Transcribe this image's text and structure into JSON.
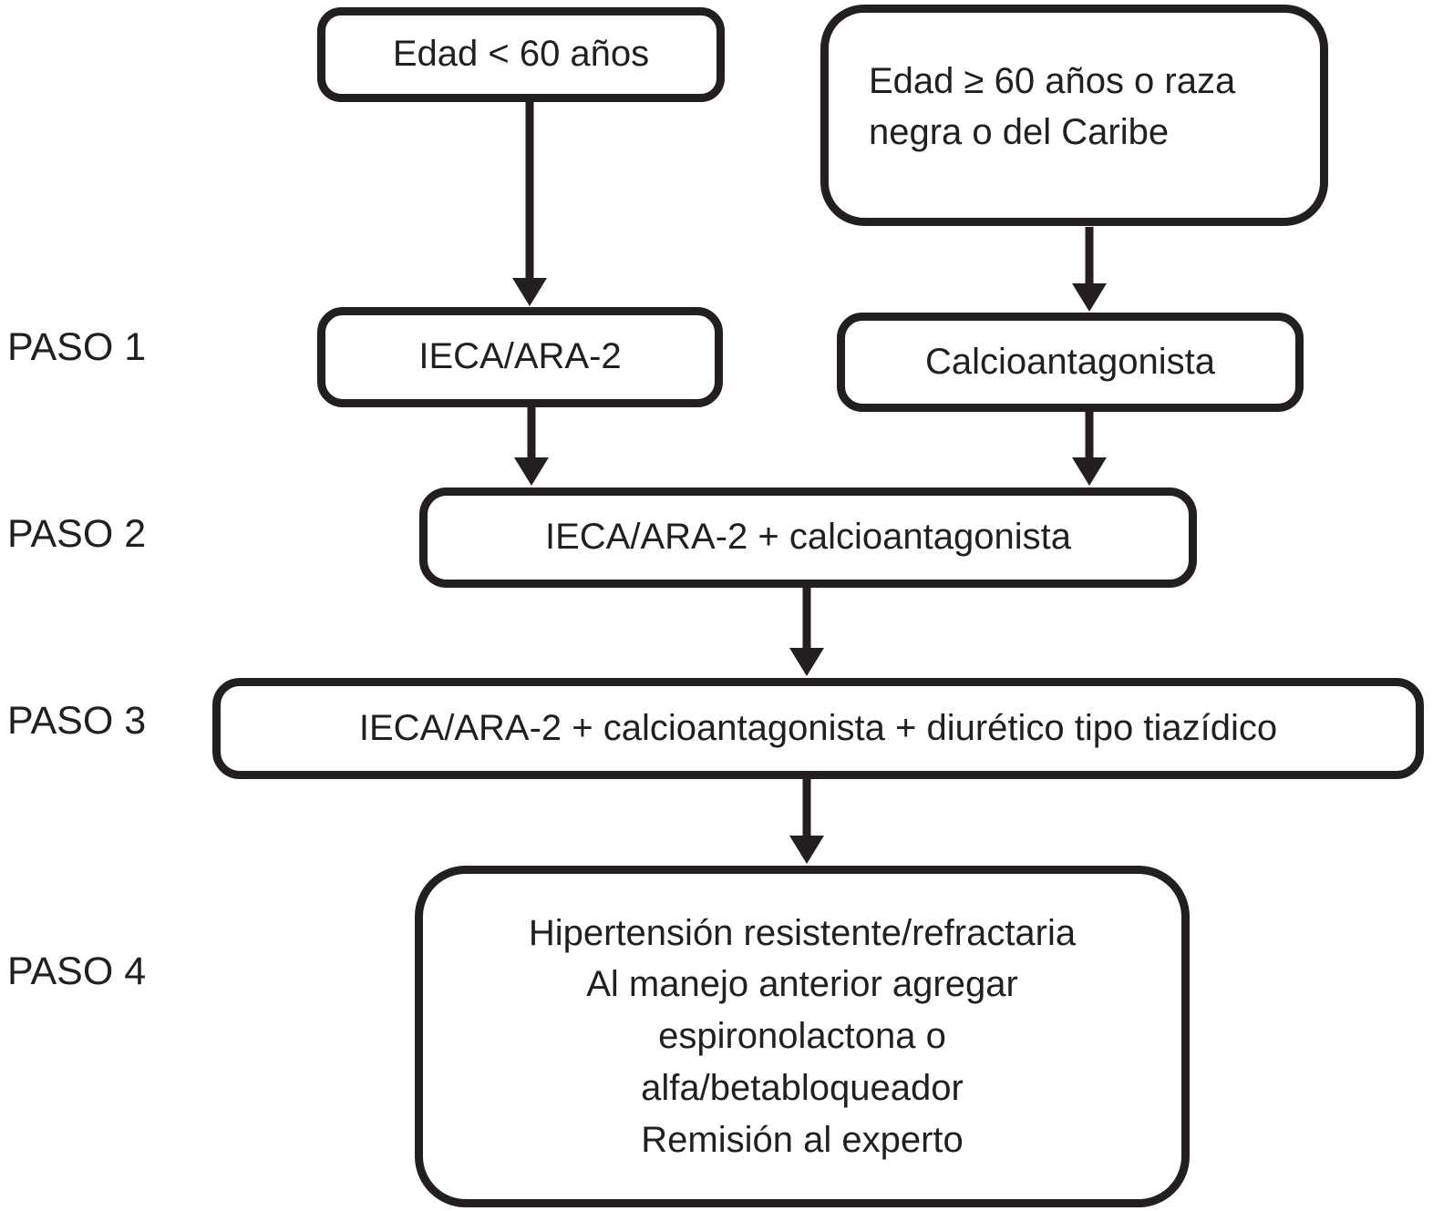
{
  "diagram": {
    "steps": [
      "PASO 1",
      "PASO 2",
      "PASO 3",
      "PASO 4"
    ],
    "nodes": {
      "age_under_60": {
        "text": "Edad < 60 años"
      },
      "age_over_60": {
        "lines": [
          "Edad ≥ 60 años o raza",
          "negra o del Caribe"
        ]
      },
      "step1_left": {
        "text": "IECA/ARA-2"
      },
      "step1_right": {
        "text": "Calcioantagonista"
      },
      "step2": {
        "text": "IECA/ARA-2 + calcioantagonista"
      },
      "step3": {
        "text": "IECA/ARA-2 + calcioantagonista + diurético tipo tiazídico"
      },
      "step4": {
        "lines": [
          "Hipertensión resistente/refractaria",
          "Al manejo anterior agregar",
          "espironolactona o",
          "alfa/betabloqueador",
          "Remisión al experto"
        ]
      }
    },
    "colors": {
      "ink": "#231f20",
      "background": "#ffffff"
    }
  }
}
